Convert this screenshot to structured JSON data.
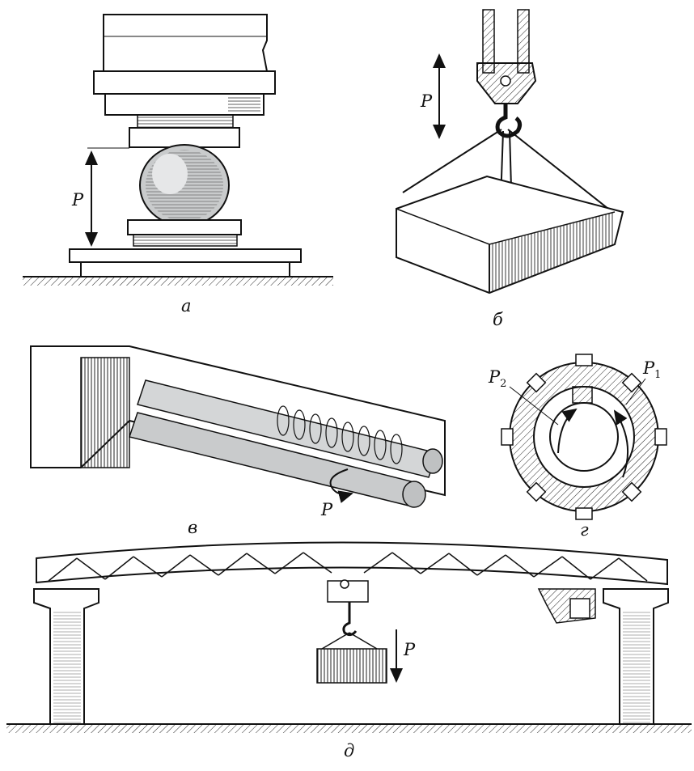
{
  "panels": {
    "a": {
      "caption": "а",
      "force": "P"
    },
    "b": {
      "caption": "б",
      "force": "P"
    },
    "v": {
      "caption": "в",
      "force": "P"
    },
    "g": {
      "caption": "г",
      "force1": "P",
      "force1_sub": "1",
      "force2": "P",
      "force2_sub": "2"
    },
    "d": {
      "caption": "д",
      "force": "P"
    }
  }
}
